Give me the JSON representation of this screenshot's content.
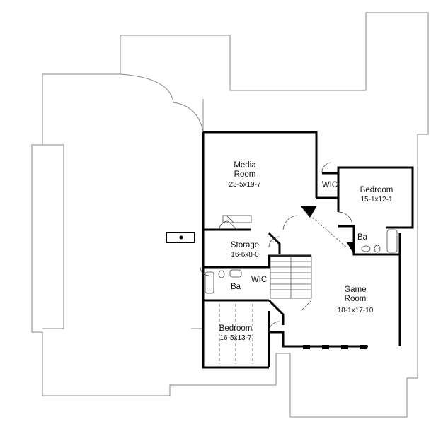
{
  "rooms": {
    "media_room": {
      "name_line1": "Media",
      "name_line2": "Room",
      "dims": "23-5x19-7"
    },
    "wic_upper": {
      "name": "WIC"
    },
    "bedroom_right": {
      "name": "Bedroom",
      "dims": "15-1x12-1"
    },
    "bath_right": {
      "name": "Ba"
    },
    "storage": {
      "name": "Storage",
      "dims": "16-6x8-0"
    },
    "bath_left": {
      "name": "Ba"
    },
    "wic_lower": {
      "name": "WIC"
    },
    "game_room": {
      "name_line1": "Game",
      "name_line2": "Room",
      "dims": "18-1x17-10"
    },
    "bedroom_lower": {
      "name": "Bedroom",
      "dims": "16-5x13-7"
    }
  },
  "colors": {
    "wall": "#000000",
    "outline": "#8a8a8a"
  }
}
